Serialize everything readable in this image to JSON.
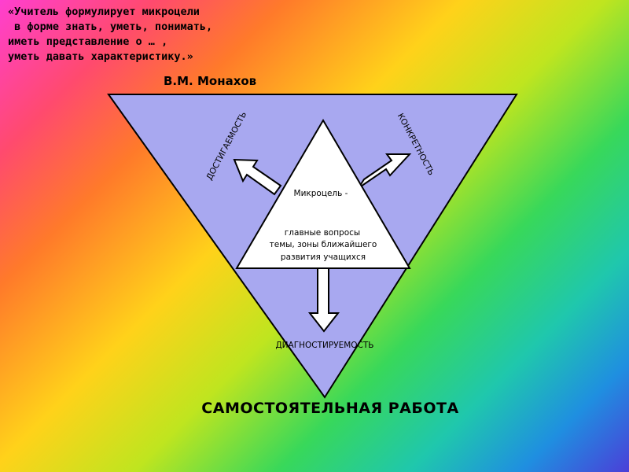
{
  "quote": {
    "lines": [
      "«Учитель формулирует микроцели",
      " в форме знать, уметь, понимать,",
      "иметь представление о … ,",
      "уметь давать характеристику.»"
    ],
    "author": "В.М. Монахов"
  },
  "diagram": {
    "outer_color": "#a8a8f0",
    "inner_color": "#ffffff",
    "center_title": "Микроцель -",
    "center_lines": [
      "главные вопросы",
      "темы, зоны ближайшего",
      "развития учащихся"
    ],
    "labels": {
      "left": "ДОСТИГАЕМОСТЬ",
      "right": "КОНКРЕТНОСТЬ",
      "bottom": "ДИАГНОСТИРУЕМОСТЬ"
    }
  },
  "footer": "САМОСТОЯТЕЛЬНАЯ РАБОТА"
}
